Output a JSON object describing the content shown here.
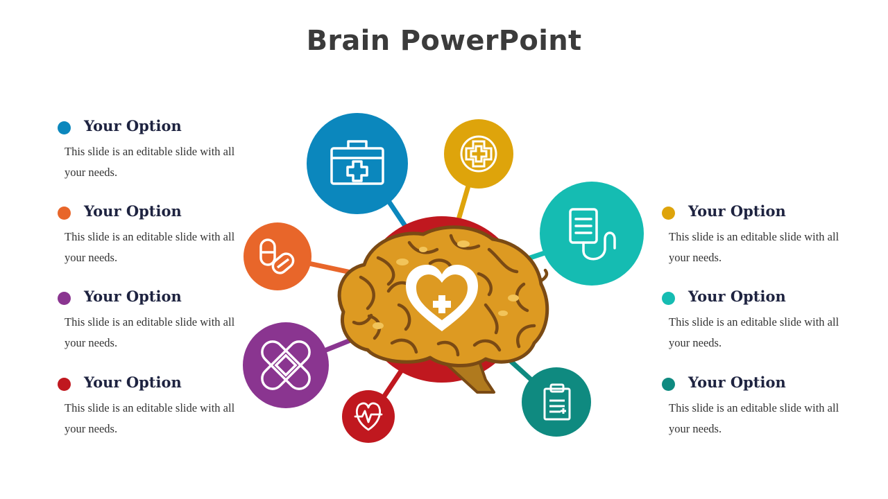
{
  "slide": {
    "title": "Brain PowerPoint"
  },
  "colors": {
    "blue": "#0b87bd",
    "orange": "#e8662a",
    "purple": "#8a3590",
    "red": "#c0181f",
    "gold": "#dea40b",
    "turquoise": "#15bcb2",
    "teal": "#0f8a80",
    "brain_fill": "#dd9a22",
    "brain_outline": "#7a4a14",
    "brain_stem": "#b07a1e"
  },
  "left_options": [
    {
      "title": "Your Option",
      "text": "This slide is an editable slide with all your needs.",
      "color": "#0b87bd"
    },
    {
      "title": "Your Option",
      "text": "This slide is an editable slide with all your needs.",
      "color": "#e8662a"
    },
    {
      "title": "Your Option",
      "text": "This slide is an editable slide with all your needs.",
      "color": "#8a3590"
    },
    {
      "title": "Your Option",
      "text": "This slide is an editable slide with all your needs.",
      "color": "#c0181f"
    }
  ],
  "right_options": [
    {
      "title": "Your Option",
      "text": "This slide is an editable slide with all your needs.",
      "color": "#dea40b"
    },
    {
      "title": "Your Option",
      "text": "This slide is an editable slide with all your needs.",
      "color": "#15bcb2"
    },
    {
      "title": "Your Option",
      "text": "This slide is an editable slide with all your needs.",
      "color": "#0f8a80"
    }
  ],
  "icons": {
    "center": "heart-plus-icon",
    "blue": "first-aid-kit-icon",
    "gold": "medical-cross-badge-icon",
    "turquoise": "iv-drip-icon",
    "orange": "pills-icon",
    "purple": "bandage-icon",
    "red": "heartbeat-icon",
    "teal": "clipboard-icon"
  }
}
